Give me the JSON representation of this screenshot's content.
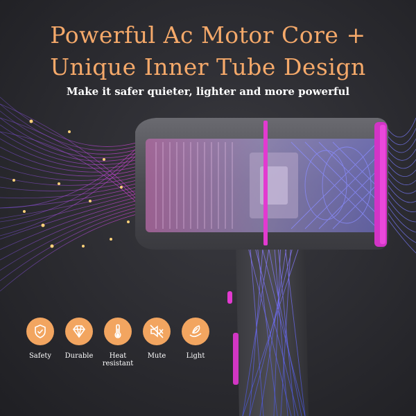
{
  "headline": {
    "line1": "Powerful Ac Motor Core +",
    "line2": "Unique Inner Tube Design"
  },
  "subheadline": "Make it safer quieter, lighter and more powerful",
  "features": [
    {
      "label": "Safety",
      "icon": "shield-check-icon"
    },
    {
      "label": "Durable",
      "icon": "diamond-icon"
    },
    {
      "label": "Heat\nresistant",
      "icon": "thermometer-icon"
    },
    {
      "label": "Mute",
      "icon": "speaker-mute-icon"
    },
    {
      "label": "Light",
      "icon": "feather-hand-icon"
    }
  ],
  "colors": {
    "accent": "#f2a560",
    "title": "#f5a96a",
    "magenta": "#e23ad0",
    "blue": "#5b6cff",
    "body_dark": "#2b2b30"
  }
}
